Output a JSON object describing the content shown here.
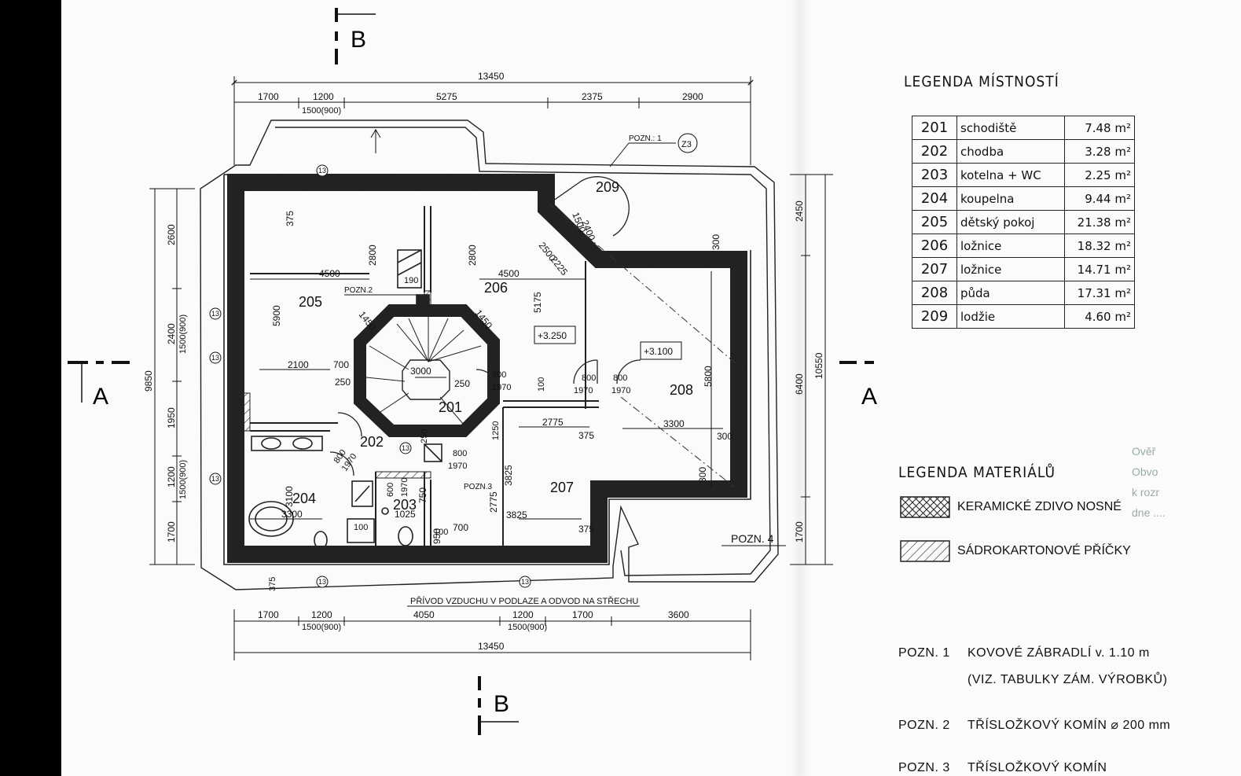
{
  "sections": {
    "a": "A",
    "b": "B"
  },
  "dimensions": {
    "top_total": "13450",
    "top_parts": [
      "1700",
      "1200",
      "5275",
      "2375",
      "2900"
    ],
    "top_window": "1500(900)",
    "bottom_total": "13450",
    "bottom_parts": [
      "1700",
      "1200",
      "4050",
      "1200",
      "1700",
      "3600"
    ],
    "bottom_window_1": "1500(900)",
    "bottom_window_2": "1500(900)",
    "left_total": "9850",
    "left_parts": [
      "2600",
      "2400",
      "1950",
      "1200",
      "1700"
    ],
    "left_window_1": "1500(900)",
    "left_window_2": "1500(900)",
    "right_total": "10550",
    "right_parts": [
      "2450",
      "6400",
      "1700"
    ],
    "inner": [
      "4500",
      "2800",
      "375",
      "5900",
      "2100",
      "700",
      "250",
      "4500",
      "2800",
      "5175",
      "2225",
      "2500",
      "1500",
      "2400",
      "300",
      "5800",
      "3300",
      "300",
      "300",
      "2775",
      "375",
      "3825",
      "2775",
      "3825",
      "375",
      "3300",
      "3100",
      "1025",
      "750",
      "700",
      "950",
      "3000",
      "250",
      "1450",
      "1450",
      "190",
      "800",
      "1970",
      "800",
      "1970",
      "800",
      "1970",
      "800",
      "1970",
      "800",
      "1970",
      "600",
      "1970",
      "100",
      "100",
      "100",
      "1250",
      "250",
      "375"
    ]
  },
  "levels": {
    "l205": "+3.250",
    "l208": "+3.100"
  },
  "plan_notes": {
    "pozn1": "POZN.: 1",
    "z3": "Z3",
    "pozn2": "POZN.2",
    "pozn3": "POZN.3",
    "pozn4": "POZN. 4",
    "marker": "13",
    "air": "PŘÍVOD VZDUCHU V PODLAZE A ODVOD NA STŘECHU"
  },
  "room_labels": [
    "201",
    "202",
    "203",
    "204",
    "205",
    "206",
    "207",
    "208",
    "209"
  ],
  "rooms_legend": {
    "title": "LEGENDA MÍSTNOSTÍ",
    "unit": "m²",
    "rows": [
      {
        "num": "201",
        "name": "schodiště",
        "area": "7.48"
      },
      {
        "num": "202",
        "name": "chodba",
        "area": "3.28"
      },
      {
        "num": "203",
        "name": "kotelna + WC",
        "area": "2.25"
      },
      {
        "num": "204",
        "name": "koupelna",
        "area": "9.44"
      },
      {
        "num": "205",
        "name": "dětský pokoj",
        "area": "21.38"
      },
      {
        "num": "206",
        "name": "ložnice",
        "area": "18.32"
      },
      {
        "num": "207",
        "name": "ložnice",
        "area": "14.71"
      },
      {
        "num": "208",
        "name": "půda",
        "area": "17.31"
      },
      {
        "num": "209",
        "name": "lodžie",
        "area": "4.60"
      }
    ]
  },
  "materials_legend": {
    "title": "LEGENDA MATERIÁLŮ",
    "items": [
      {
        "label": "KERAMICKÉ ZDIVO NOSNÉ"
      },
      {
        "label": "SÁDROKARTONOVÉ PŘÍČKY"
      }
    ]
  },
  "faint_text": [
    "Ověř",
    "Obvo",
    "k rozr",
    "dne ...."
  ],
  "notes": [
    {
      "num": "POZN. 1",
      "text": "KOVOVÉ ZÁBRADLÍ v. 1.10 m"
    },
    {
      "num": "",
      "text": "(VIZ. TABULKY ZÁM. VÝROBKŮ)"
    },
    {
      "num": "POZN. 2",
      "text": "TŘÍSLOŽKOVÝ KOMÍN ⌀ 200 mm"
    },
    {
      "num": "POZN. 3",
      "text": "TŘÍSLOŽKOVÝ KOMÍN"
    }
  ]
}
